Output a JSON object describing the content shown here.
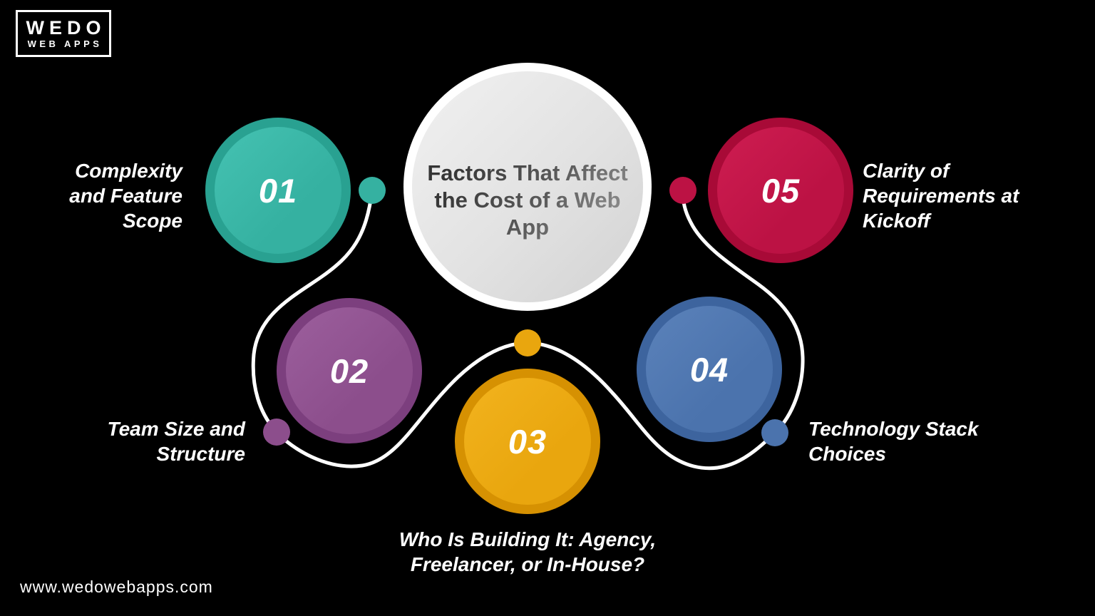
{
  "page": {
    "background": "#000000"
  },
  "logo": {
    "line1": "WEDO",
    "line2": "WEB APPS"
  },
  "center_circle": {
    "title": "Factors That Affect\nthe Cost of a Web\nApp",
    "fill": "#E6E6E6",
    "ring": "#FFFFFF",
    "text_color_dark": "#3A3A3A",
    "text_color_light": "#9A9A9A"
  },
  "factors": [
    {
      "number": "01",
      "label": "Complexity\nand Feature\nScope",
      "color": "#35B1A1",
      "color_dark": "#29A191",
      "color_light": "#45C2B2"
    },
    {
      "number": "02",
      "label": "Team Size and\nStructure",
      "color": "#8C4E8C",
      "color_dark": "#7C3F7E",
      "color_light": "#9C5F9D"
    },
    {
      "number": "03",
      "label": "Who Is Building It: Agency,\nFreelancer, or In-House?",
      "color": "#E9A60E",
      "color_dark": "#D69102",
      "color_light": "#F2B31E"
    },
    {
      "number": "04",
      "label": "Technology Stack\nChoices",
      "color": "#4B73AD",
      "color_dark": "#3D649E",
      "color_light": "#5B82BA"
    },
    {
      "number": "05",
      "label": "Clarity of\nRequirements at\nKickoff",
      "color": "#BC1244",
      "color_dark": "#A80A37",
      "color_light": "#CE1D51"
    }
  ],
  "connector": {
    "color": "#FFFFFF"
  },
  "footer": {
    "website": "www.wedowebapps.com"
  }
}
